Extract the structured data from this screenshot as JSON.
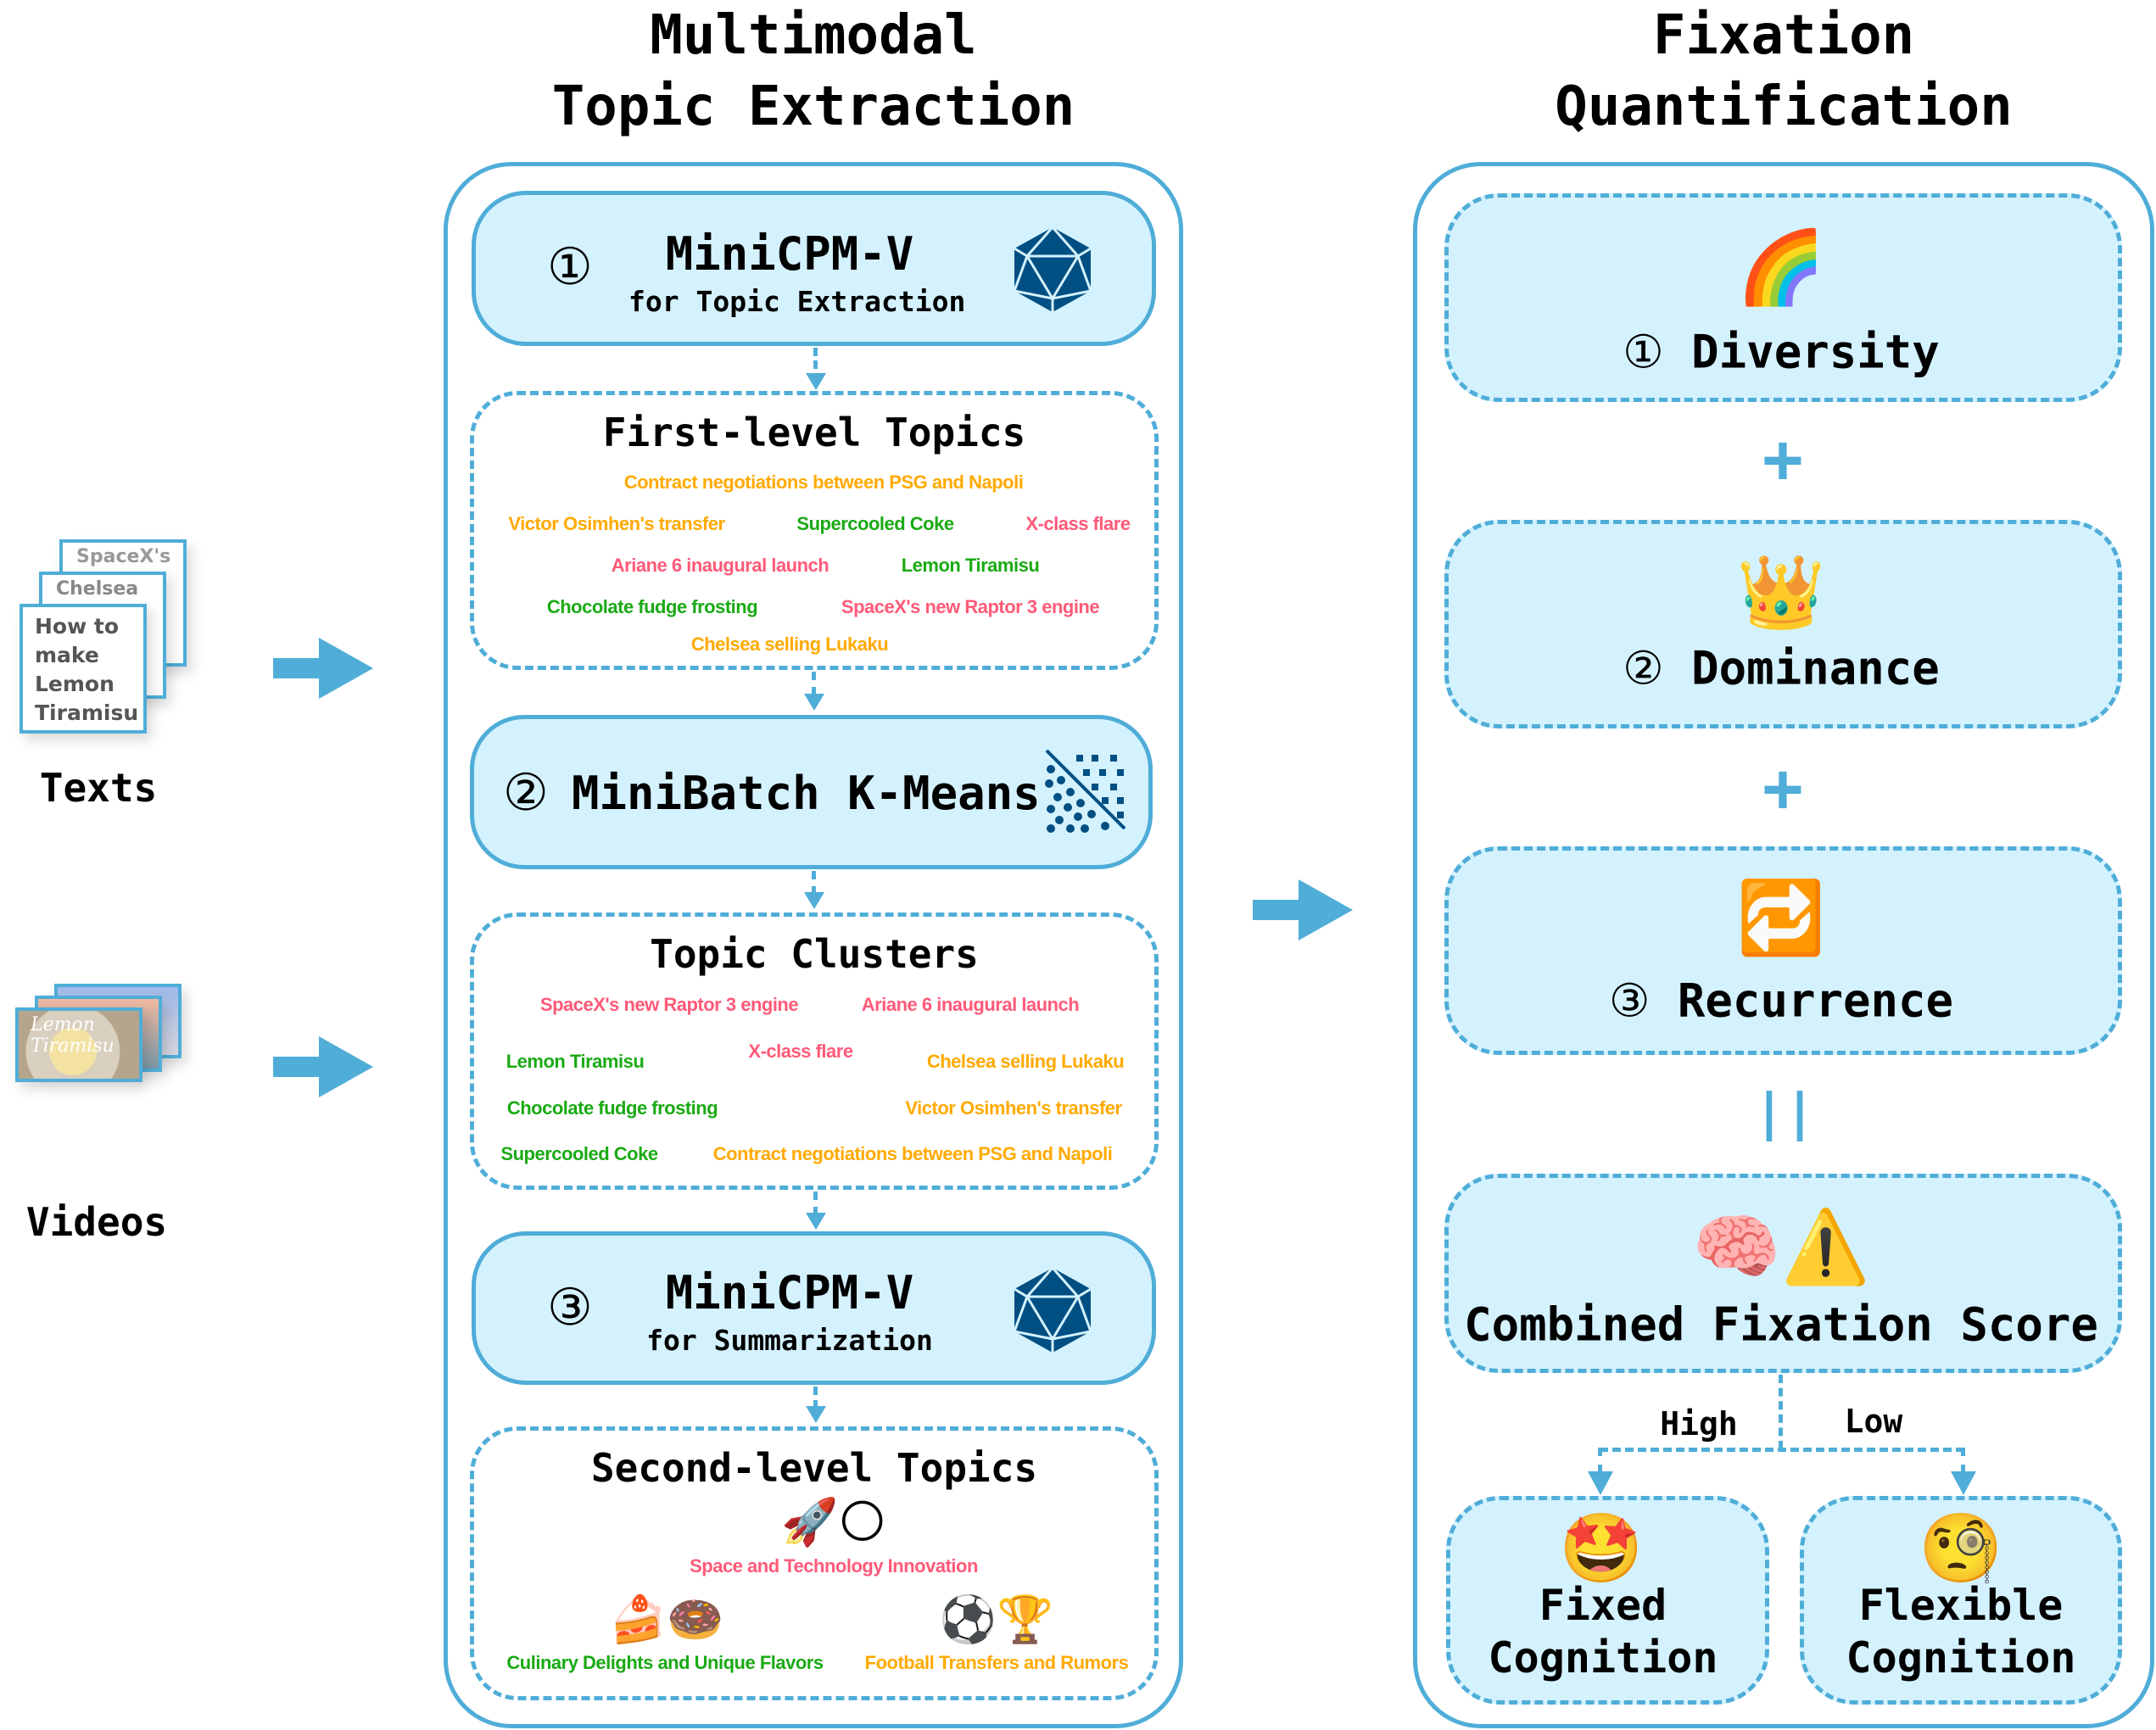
{
  "colors": {
    "accent": "#4fadd8",
    "fill": "#d4f2fe",
    "icon": "#004f82",
    "orange": "#ffaa00",
    "green": "#1aaa14",
    "pink": "#ff5a78"
  },
  "left": {
    "texts_label": "Texts",
    "videos_label": "Videos",
    "text_cards": [
      "How to make Lemon Tiramisu",
      "Chelsea",
      "SpaceX's"
    ],
    "video_overlay": "Lemon Tiramisu"
  },
  "middle": {
    "title_line1": "Multimodal",
    "title_line2": "Topic Extraction",
    "step1": {
      "num": "①",
      "title": "MiniCPM-V",
      "subtitle": "for Topic Extraction",
      "icon": "icosahedron-icon"
    },
    "first_level": {
      "title": "First-level Topics",
      "topics": [
        {
          "text": "Contract negotiations between PSG and Napoli",
          "color": "orange"
        },
        {
          "text": "Victor Osimhen's transfer",
          "color": "orange"
        },
        {
          "text": "Supercooled Coke",
          "color": "green"
        },
        {
          "text": "X-class flare",
          "color": "pink"
        },
        {
          "text": "Ariane 6 inaugural launch",
          "color": "pink"
        },
        {
          "text": "Lemon Tiramisu",
          "color": "green"
        },
        {
          "text": "Chocolate fudge frosting",
          "color": "green"
        },
        {
          "text": "SpaceX's new Raptor 3 engine",
          "color": "pink"
        },
        {
          "text": "Chelsea selling Lukaku",
          "color": "orange"
        }
      ]
    },
    "step2": {
      "num": "②",
      "title": "MiniBatch K-Means",
      "icon": "clustering-icon"
    },
    "clusters": {
      "title": "Topic Clusters",
      "topics": [
        {
          "text": "SpaceX's new Raptor 3 engine",
          "color": "pink"
        },
        {
          "text": "Ariane 6 inaugural launch",
          "color": "pink"
        },
        {
          "text": "Lemon Tiramisu",
          "color": "green"
        },
        {
          "text": "X-class flare",
          "color": "pink"
        },
        {
          "text": "Chelsea selling Lukaku",
          "color": "orange"
        },
        {
          "text": "Chocolate fudge frosting",
          "color": "green"
        },
        {
          "text": "Victor Osimhen's transfer",
          "color": "orange"
        },
        {
          "text": "Supercooled Coke",
          "color": "green"
        },
        {
          "text": "Contract negotiations between PSG and Napoli",
          "color": "orange"
        }
      ]
    },
    "step3": {
      "num": "③",
      "title": "MiniCPM-V",
      "subtitle": "for Summarization",
      "icon": "icosahedron-icon"
    },
    "second_level": {
      "title": "Second-level Topics",
      "topics": [
        {
          "emoji": "🚀🌕",
          "text": "Space and Technology Innovation",
          "color": "pink"
        },
        {
          "emoji": "🍰🍩",
          "text": "Culinary Delights and Unique Flavors",
          "color": "green"
        },
        {
          "emoji": "⚽🏆",
          "text": "Football Transfers and Rumors",
          "color": "orange"
        }
      ]
    }
  },
  "right": {
    "title_line1": "Fixation",
    "title_line2": "Quantification",
    "metrics": [
      {
        "num": "①",
        "label": "Diversity",
        "emoji": "🌈"
      },
      {
        "num": "②",
        "label": "Dominance",
        "emoji": "👑"
      },
      {
        "num": "③",
        "label": "Recurrence",
        "emoji": "🔁"
      }
    ],
    "plus": "+",
    "equals": "||",
    "combined": {
      "label": "Combined Fixation Score",
      "emoji": "🧠⚠️"
    },
    "high_label": "High",
    "low_label": "Low",
    "fixed": {
      "line1": "Fixed",
      "line2": "Cognition",
      "emoji": "🤩"
    },
    "flexible": {
      "line1": "Flexible",
      "line2": "Cognition",
      "emoji": "🧐"
    }
  }
}
